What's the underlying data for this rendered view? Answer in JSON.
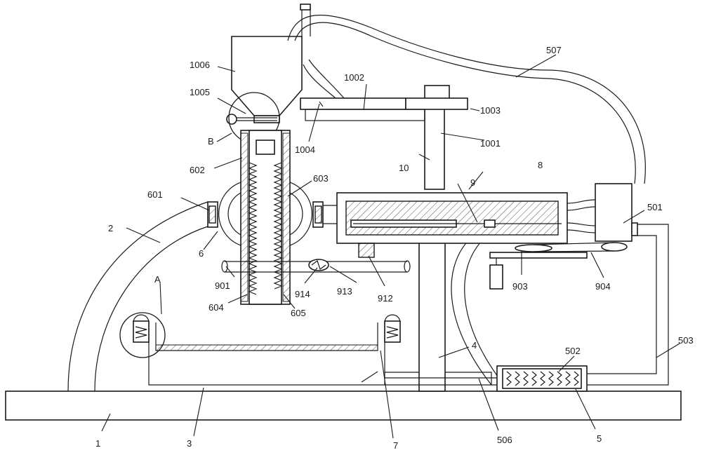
{
  "colors": {
    "line": "#1a1a1a",
    "background": "#ffffff"
  },
  "labels": {
    "l1": "1",
    "l2": "2",
    "l3": "3",
    "l4": "4",
    "l5": "5",
    "l501": "501",
    "l502": "502",
    "l503": "503",
    "l506": "506",
    "l507": "507",
    "l6": "6",
    "l601": "601",
    "l602": "602",
    "l603": "603",
    "l604": "604",
    "l605": "605",
    "l7": "7",
    "l8": "8",
    "l9": "9",
    "l901": "901",
    "l903": "903",
    "l904": "904",
    "l912": "912",
    "l913": "913",
    "l914": "914",
    "l10": "10",
    "l1001": "1001",
    "l1002": "1002",
    "l1003": "1003",
    "l1004": "1004",
    "l1005": "1005",
    "l1006": "1006",
    "lA": "A",
    "lB": "B"
  }
}
